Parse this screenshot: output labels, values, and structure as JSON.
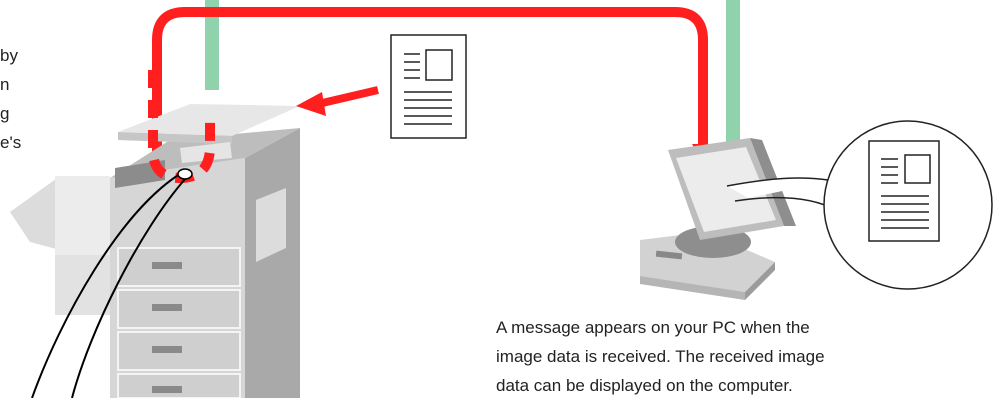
{
  "left_caption": {
    "lines": [
      "by",
      "n",
      "g",
      "e's"
    ]
  },
  "right_caption": {
    "lines": [
      "A message appears on your PC when the",
      "image data is received. The received image",
      "data can be displayed on the computer."
    ]
  },
  "colors": {
    "accent_red": "#ff1f1f",
    "network_green": "#8fd2ac",
    "device_gray": "#c8c8c8",
    "device_dark": "#8c8c8c",
    "outline": "#222222"
  },
  "icons": [
    "printer-copier-icon",
    "document-icon",
    "computer-icon",
    "magnified-document-icon"
  ]
}
